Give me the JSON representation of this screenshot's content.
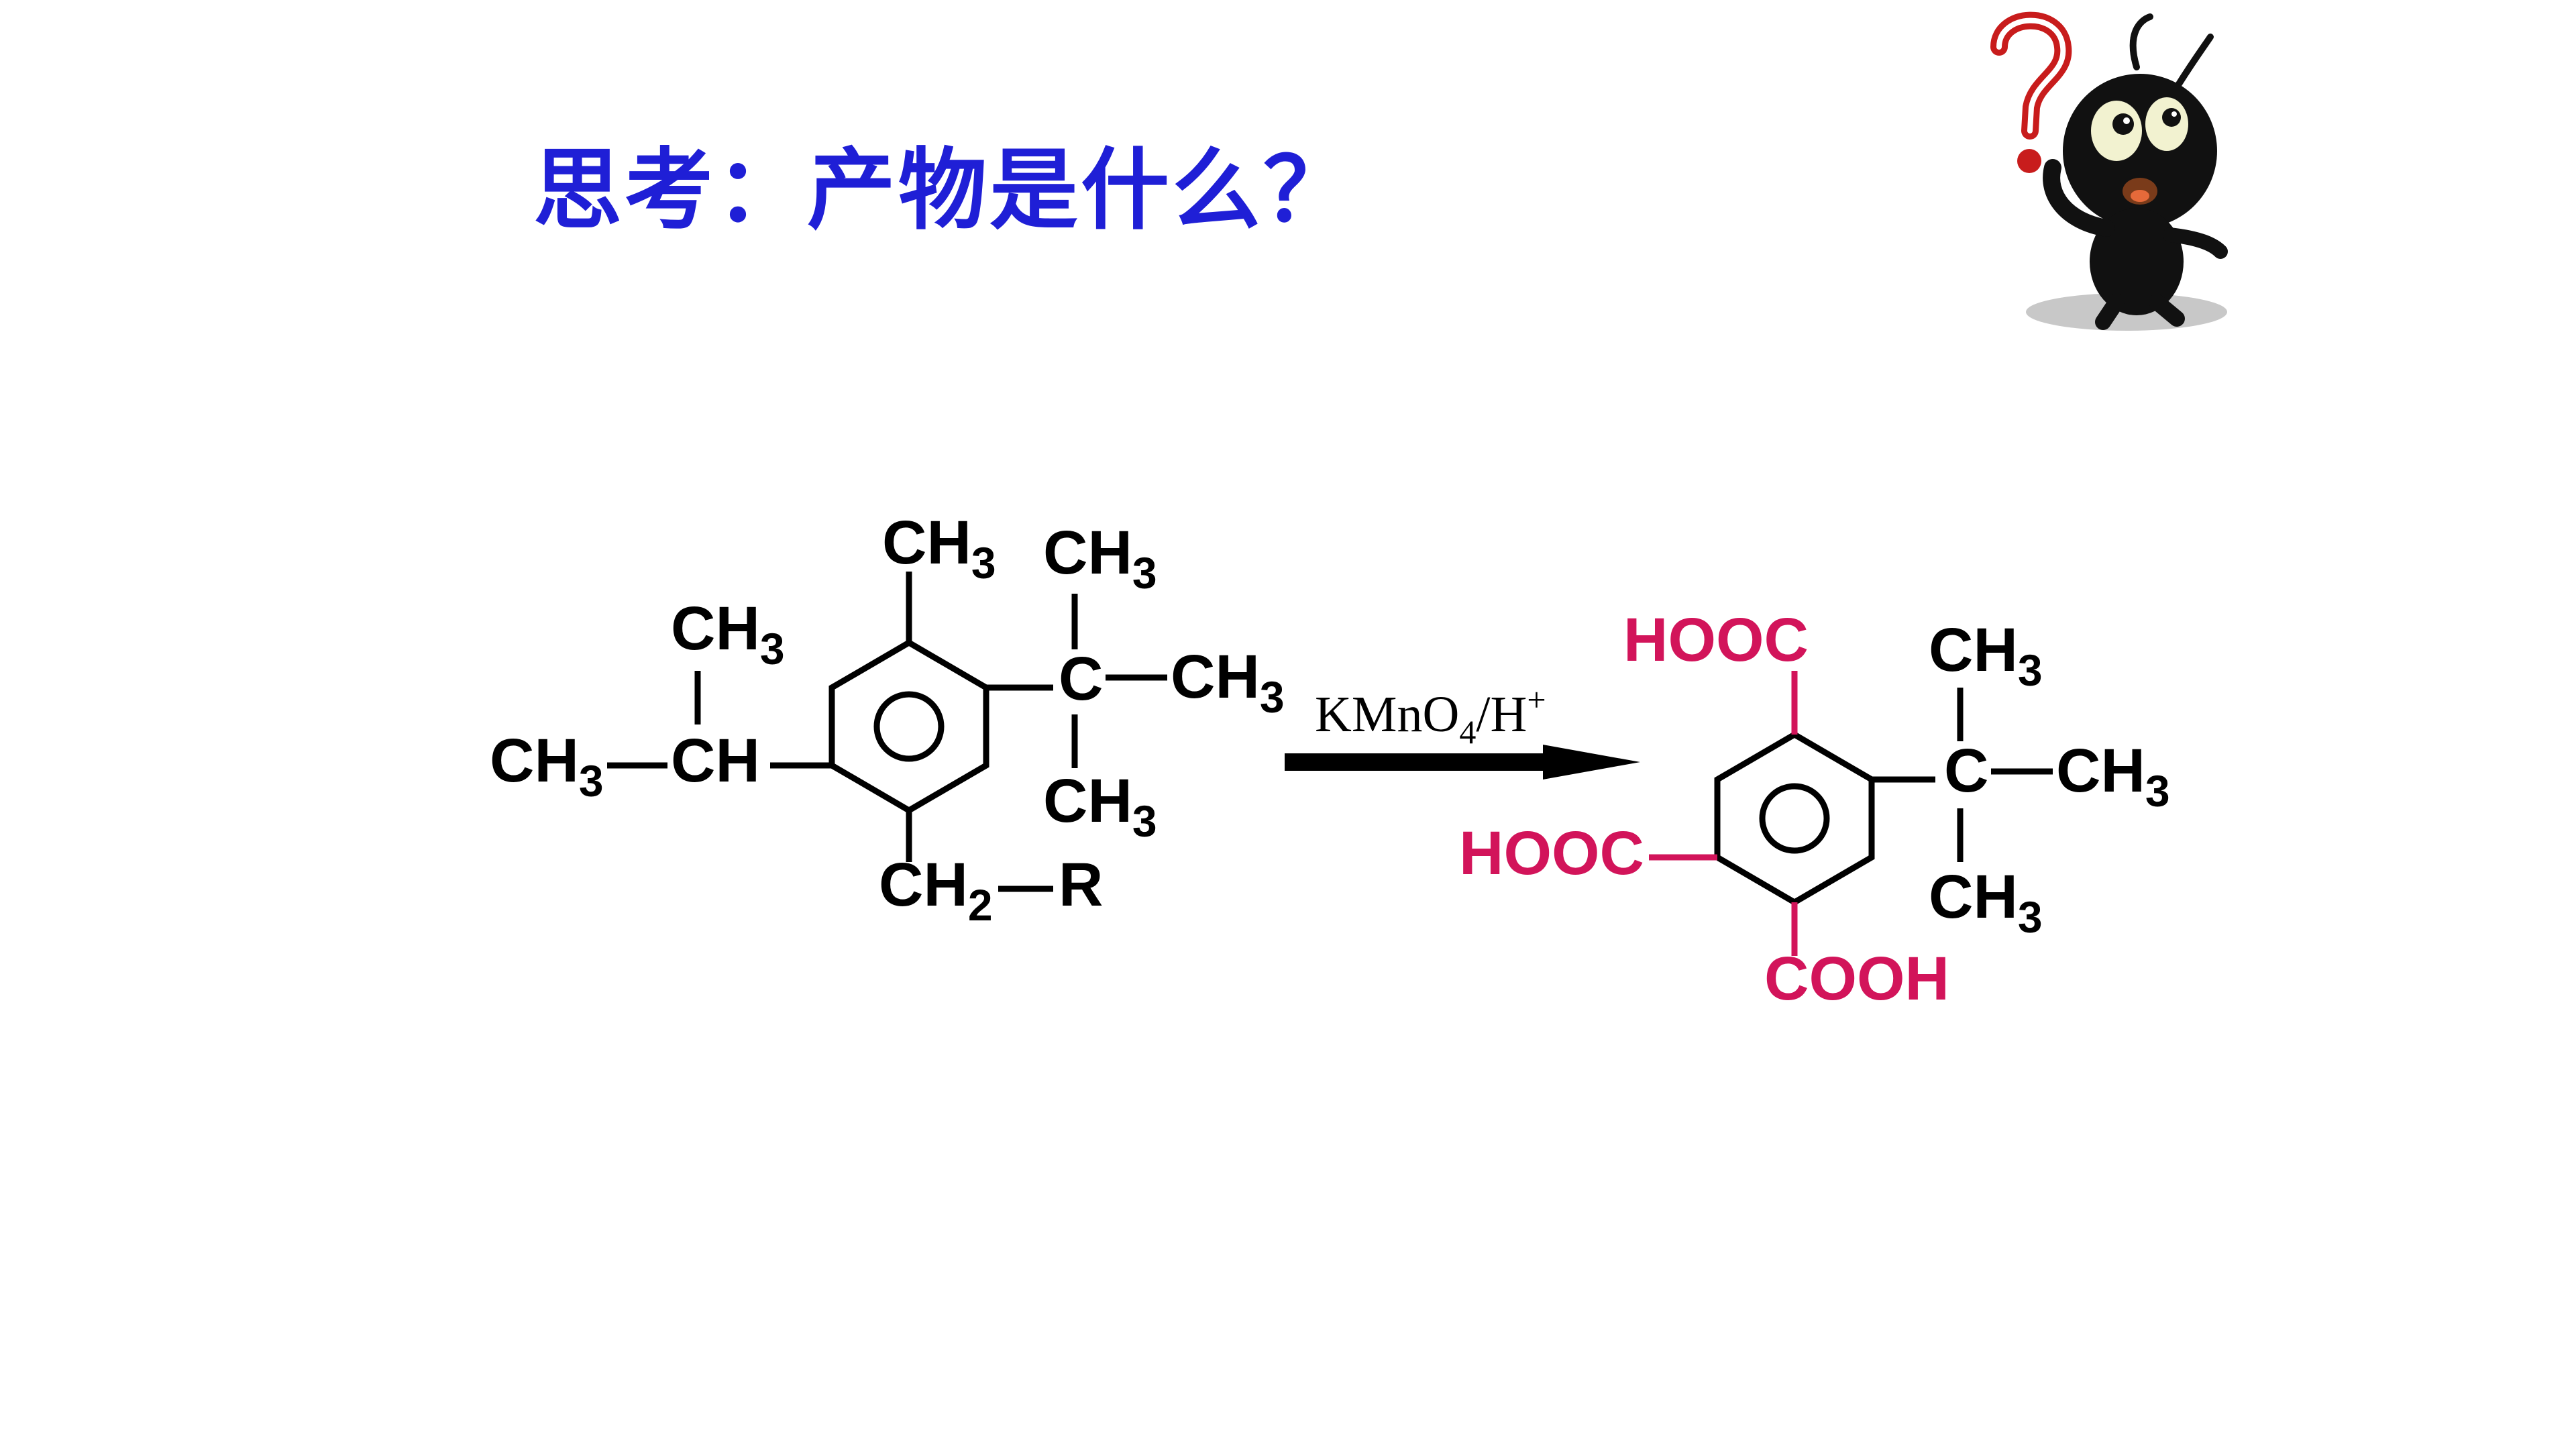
{
  "title": "思考：产物是什么？",
  "colors": {
    "title": "#1f1fd6",
    "structure": "#000000",
    "product_groups": "#d2145a"
  },
  "mascot": {
    "icon": "confused-ant-mascot-icon"
  },
  "reactant": {
    "methyl_top": {
      "main": "CH",
      "sub": "3"
    },
    "tbutyl_top": {
      "main": "CH",
      "sub": "3"
    },
    "tbutyl_carbon": "C",
    "tbutyl_right": {
      "main": "CH",
      "sub": "3"
    },
    "tbutyl_bottom": {
      "main": "CH",
      "sub": "3"
    },
    "isopropyl_top": {
      "main": "CH",
      "sub": "3"
    },
    "isopropyl_left": {
      "main": "CH",
      "sub": "3"
    },
    "isopropyl_ch": "CH",
    "ch2": {
      "main": "CH",
      "sub": "2"
    },
    "r_group": "R"
  },
  "reagent": {
    "prefix": "KMnO",
    "sub": "4",
    "mid": "/H",
    "sup": "+"
  },
  "product": {
    "hooc_top": "HOOC",
    "hooc_left": "HOOC",
    "cooh_bottom": "COOH",
    "tbutyl_carbon": "C",
    "tbutyl_top": {
      "main": "CH",
      "sub": "3"
    },
    "tbutyl_right": {
      "main": "CH",
      "sub": "3"
    },
    "tbutyl_bottom": {
      "main": "CH",
      "sub": "3"
    }
  }
}
